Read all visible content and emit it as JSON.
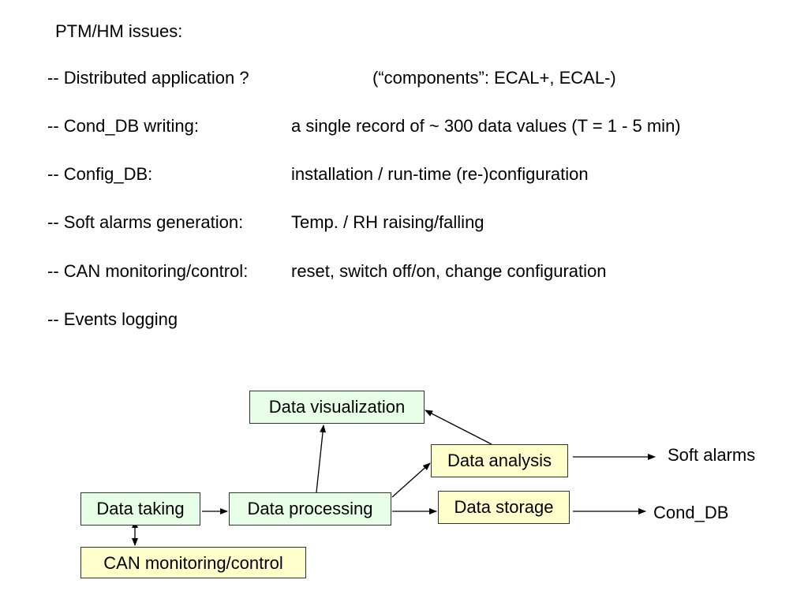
{
  "title": "PTM/HM issues:",
  "issues": [
    {
      "label": "-- Distributed application ?",
      "detail": "(“components”: ECAL+, ECAL-)"
    },
    {
      "label": "-- Cond_DB writing:",
      "detail": "a single record of ~ 300 data values (T = 1 - 5 min)"
    },
    {
      "label": "-- Config_DB:",
      "detail": "installation / run-time (re-)configuration"
    },
    {
      "label": "-- Soft alarms generation:",
      "detail": "Temp. / RH raising/falling"
    },
    {
      "label": "-- CAN monitoring/control:",
      "detail": "reset, switch off/on, change configuration"
    },
    {
      "label": "-- Events logging",
      "detail": ""
    }
  ],
  "diagram": {
    "boxes": {
      "data_visualization": "Data visualization",
      "data_analysis": "Data analysis",
      "data_taking": "Data taking",
      "data_processing": "Data processing",
      "data_storage": "Data storage",
      "can_monitoring": "CAN monitoring/control"
    },
    "outputs": {
      "soft_alarms": "Soft alarms",
      "cond_db": "Cond_DB"
    },
    "colors": {
      "green_box": "#e6ffe6",
      "yellow_box": "#ffffcc",
      "border": "#333333",
      "arrow": "#000000"
    }
  }
}
